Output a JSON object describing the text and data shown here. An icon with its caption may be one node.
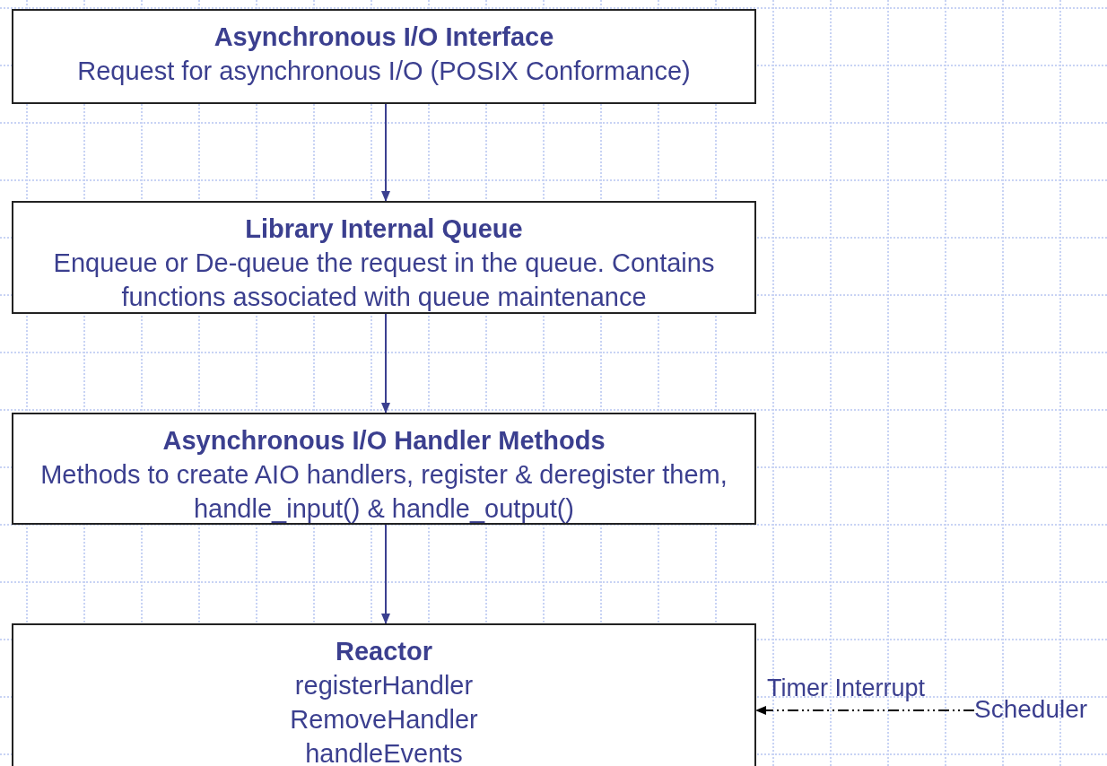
{
  "diagram": {
    "nodes": [
      {
        "text": [
          "Asynchronous I/O Interface",
          "Request for asynchronous I/O (POSIX Conformance)"
        ]
      },
      {
        "text": [
          "Library Internal Queue",
          "Enqueue or De-queue the request in the queue. Contains functions associated with queue maintenance"
        ]
      },
      {
        "text": [
          "Asynchronous I/O Handler Methods",
          "Methods to create AIO handlers, register & deregister them, handle_input() & handle_output()"
        ]
      },
      {
        "text": [
          "Reactor",
          "registerHandler",
          "RemoveHandler",
          "handleEvents"
        ]
      },
      {
        "text": [
          "Scheduler"
        ]
      }
    ],
    "edges": [
      {
        "from": 0,
        "to": 1,
        "arrow": "to"
      },
      {
        "from": 1,
        "to": 2,
        "arrow": "to"
      },
      {
        "from": 2,
        "to": 3,
        "arrow": "to"
      },
      {
        "from": 4,
        "to": 3,
        "arrow": "to",
        "label": "Timer Interrupt",
        "style": "dashed",
        "color": "#000000"
      }
    ]
  }
}
